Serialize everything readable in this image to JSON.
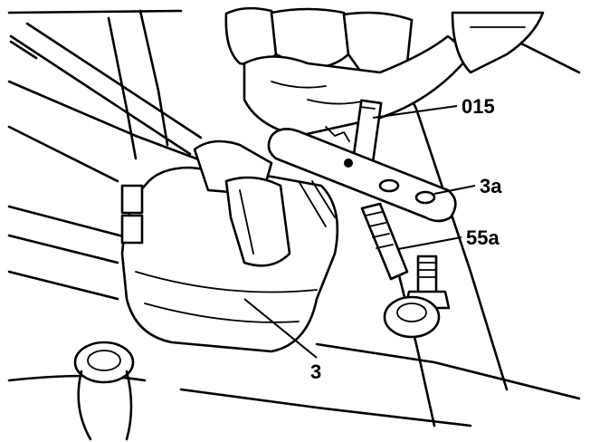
{
  "callouts": {
    "tool_015": "015",
    "bracket_3a": "3a",
    "rod_55a": "55a",
    "unit_3": "3"
  }
}
